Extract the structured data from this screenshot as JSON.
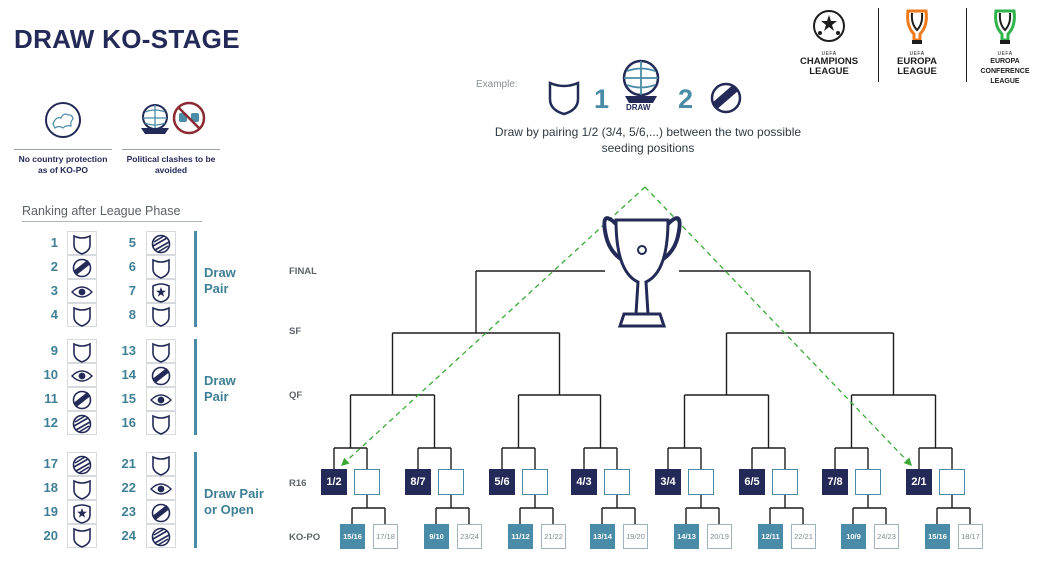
{
  "title": "DRAW KO-STAGE",
  "rules": [
    {
      "caption": "No country protection as of KO-PO",
      "icon": "europe-map-icon"
    },
    {
      "caption": "Political clashes to be avoided",
      "icon": "political-clash-icon"
    }
  ],
  "ranking": {
    "title": "Ranking after League Phase",
    "groups": [
      {
        "label": "Draw Pair",
        "left": [
          {
            "n": "1",
            "icon": "shield-plain"
          },
          {
            "n": "2",
            "icon": "ball-stripe"
          },
          {
            "n": "3",
            "icon": "eye-ball"
          },
          {
            "n": "4",
            "icon": "shield-plain"
          }
        ],
        "right": [
          {
            "n": "5",
            "icon": "ball-hatched"
          },
          {
            "n": "6",
            "icon": "shield-plain"
          },
          {
            "n": "7",
            "icon": "star-badge"
          },
          {
            "n": "8",
            "icon": "shield-plain"
          }
        ]
      },
      {
        "label": "Draw Pair",
        "left": [
          {
            "n": "9",
            "icon": "shield-plain"
          },
          {
            "n": "10",
            "icon": "eye-ball"
          },
          {
            "n": "11",
            "icon": "ball-stripe"
          },
          {
            "n": "12",
            "icon": "ball-hatched"
          }
        ],
        "right": [
          {
            "n": "13",
            "icon": "shield-plain"
          },
          {
            "n": "14",
            "icon": "ball-stripe"
          },
          {
            "n": "15",
            "icon": "eye-ball"
          },
          {
            "n": "16",
            "icon": "shield-plain"
          }
        ]
      },
      {
        "label": "Draw Pair or Open",
        "left": [
          {
            "n": "17",
            "icon": "ball-hatched"
          },
          {
            "n": "18",
            "icon": "shield-plain"
          },
          {
            "n": "19",
            "icon": "star-badge"
          },
          {
            "n": "20",
            "icon": "shield-plain"
          }
        ],
        "right": [
          {
            "n": "21",
            "icon": "shield-plain"
          },
          {
            "n": "22",
            "icon": "eye-ball"
          },
          {
            "n": "23",
            "icon": "ball-stripe"
          },
          {
            "n": "24",
            "icon": "ball-hatched"
          }
        ]
      }
    ]
  },
  "example": {
    "label": "Example:",
    "num1": "1",
    "num2": "2",
    "draw_label": "DRAW",
    "description": "Draw by pairing 1/2 (3/4, 5/6,...) between the two possible seeding positions"
  },
  "stages": [
    "FINAL",
    "SF",
    "QF",
    "R16",
    "KO-PO"
  ],
  "r16": [
    "1/2",
    "8/7",
    "5/6",
    "4/3",
    "3/4",
    "6/5",
    "7/8",
    "2/1"
  ],
  "kopo": [
    [
      "15/16",
      "17/18"
    ],
    [
      "9/10",
      "23/24"
    ],
    [
      "11/12",
      "21/22"
    ],
    [
      "13/14",
      "19/20"
    ],
    [
      "14/13",
      "20/19"
    ],
    [
      "12/11",
      "22/21"
    ],
    [
      "10/9",
      "24/23"
    ],
    [
      "15/16",
      "18/17"
    ]
  ],
  "logos": [
    {
      "small": "UEFA",
      "name": "CHAMPIONS LEAGUE",
      "mark": "starball",
      "color": "#1d1d1d"
    },
    {
      "small": "UEFA",
      "name": "EUROPA LEAGUE",
      "mark": "trophy",
      "color": "#ef7a1c"
    },
    {
      "small": "UEFA",
      "name": "EUROPA CONFERENCE LEAGUE",
      "mark": "trophy",
      "color": "#2fb34a"
    }
  ],
  "colors": {
    "navy": "#242a57",
    "teal": "#4a8ca8",
    "green_dashed": "#3aaa35",
    "bracket": "#1d1d1d"
  }
}
